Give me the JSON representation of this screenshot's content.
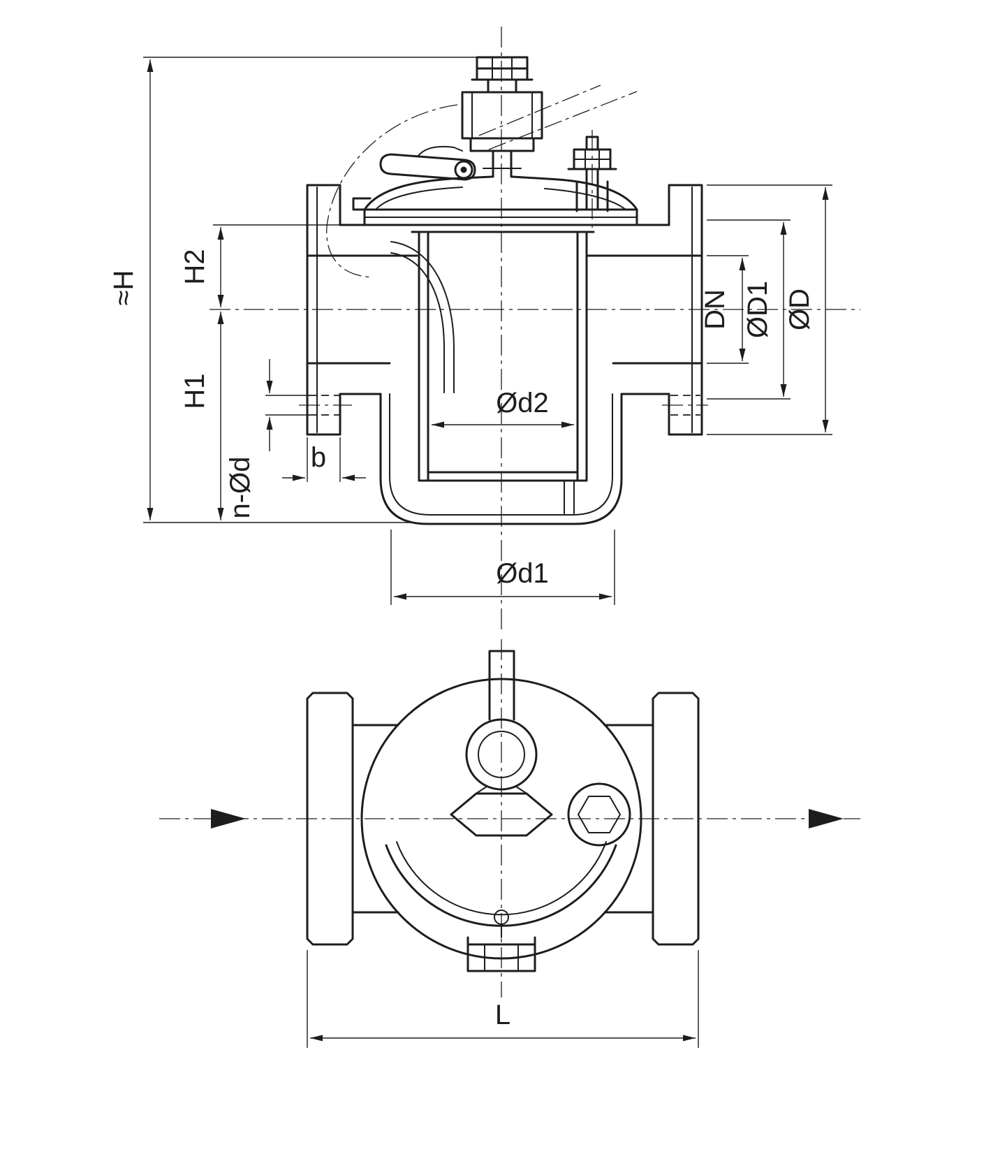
{
  "colors": {
    "line": "#1d1d1d",
    "background": "#ffffff"
  },
  "section_view": {
    "labels": {
      "H": "≈H",
      "H2": "H2",
      "H1": "H1",
      "n_d": "n-Ød",
      "b": "b",
      "d2": "Ød2",
      "d1": "Ød1",
      "DN": "DN",
      "D1": "ØD1",
      "D": "ØD"
    }
  },
  "front_view": {
    "labels": {
      "L": "L"
    }
  }
}
